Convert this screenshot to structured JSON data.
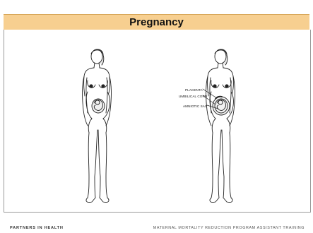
{
  "slide": {
    "title": "Pregnancy"
  },
  "diagram": {
    "labels": {
      "placenta": "PLACENTA",
      "umbilical_cord": "UMBILICAL CORD",
      "amniotic_sac": "AMNIOTIC SAC"
    }
  },
  "footer": {
    "left": "PARTNERS IN HEALTH",
    "right": "MATERNAL MORTALITY REDUCTION PROGRAM ASSISTANT TRAINING"
  },
  "colors": {
    "title_bar": "#f7cf90",
    "line": "#222222"
  }
}
